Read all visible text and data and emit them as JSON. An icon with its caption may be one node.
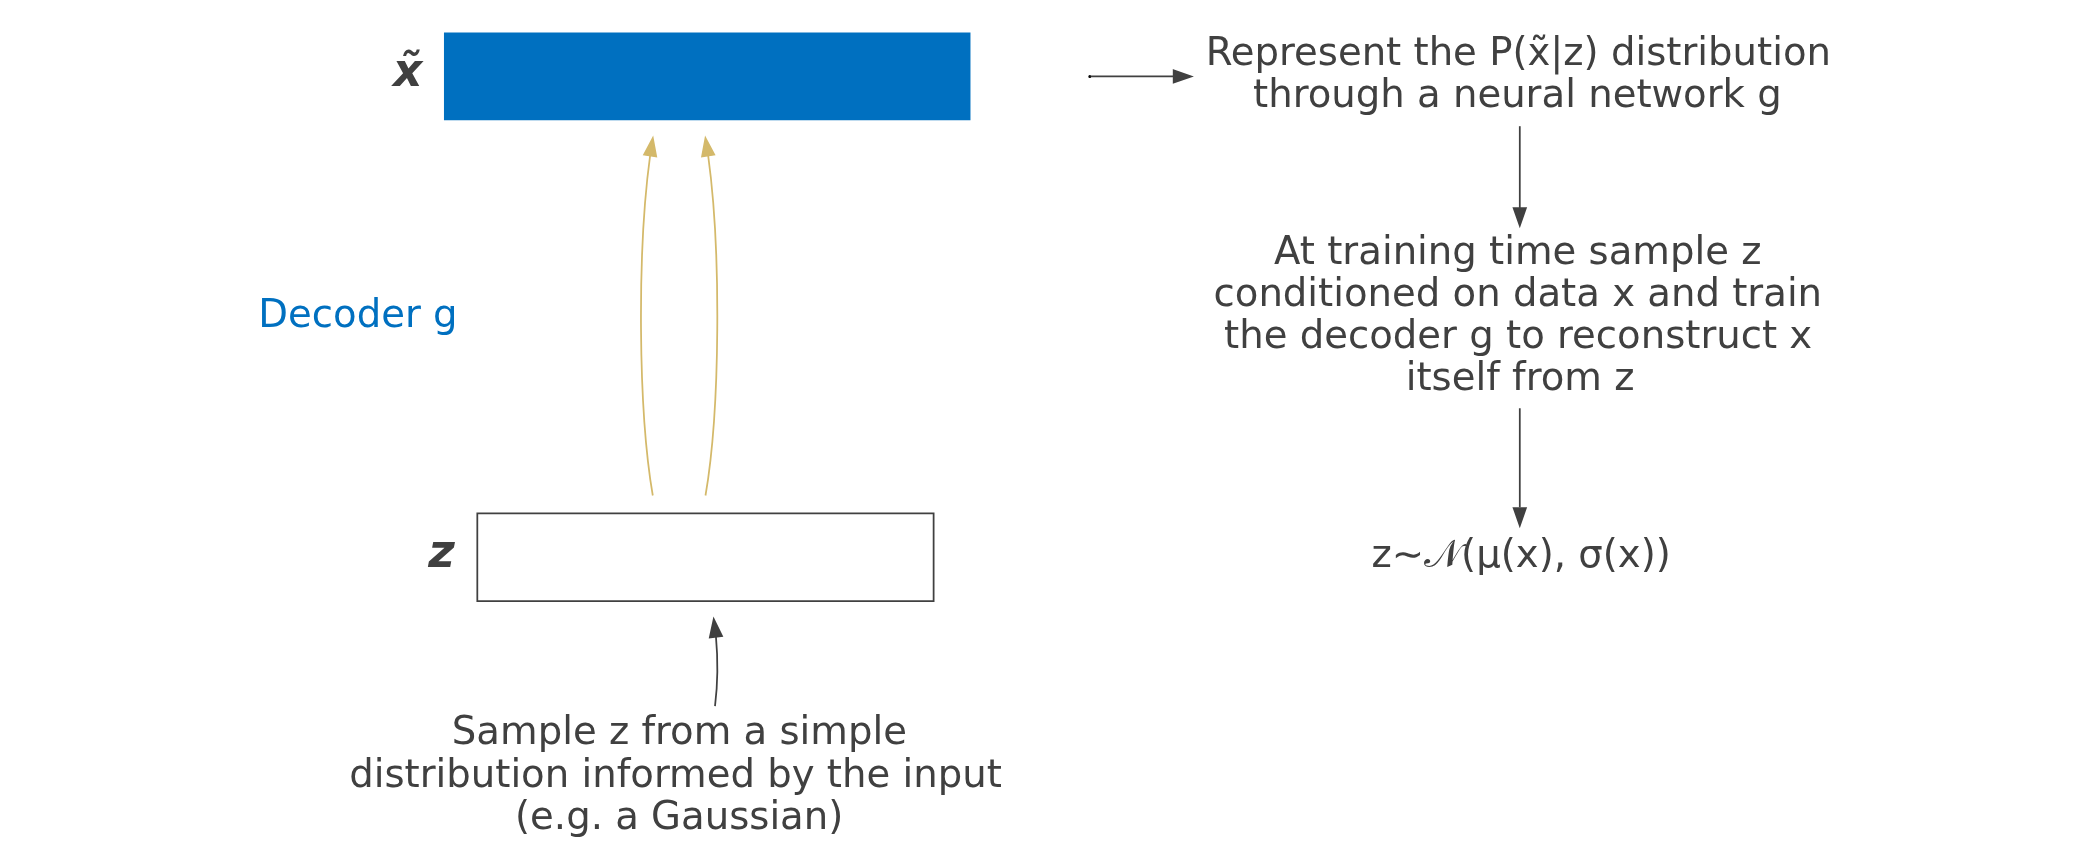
{
  "diagram": {
    "nodes": [
      {
        "text": [
          "x̃"
        ]
      },
      {
        "text": [
          "z"
        ]
      },
      {
        "text": [
          "Represent the P(x̃|z) distribution through a neural network g"
        ]
      },
      {
        "text": [
          "At training time sample z conditioned on data x and train the decoder g to reconstruct x itself from z"
        ]
      },
      {
        "text": [
          "Sample z from a simple distribution informed by the input (e.g. a Gaussian)"
        ]
      },
      {
        "text": [
          "z∼𝒩(μ(x), σ(x))"
        ]
      }
    ],
    "edges": [
      {
        "from": 1,
        "to": 0,
        "arrow": "to",
        "color": "#d4b96a"
      },
      {
        "from": 1,
        "to": 0,
        "arrow": "to",
        "color": "#d4b96a"
      },
      {
        "from": 4,
        "to": 1,
        "arrow": "to"
      },
      {
        "from": null,
        "to": 2,
        "arrow": "to"
      },
      {
        "from": 2,
        "to": 3,
        "arrow": "to"
      },
      {
        "from": 3,
        "to": 5,
        "arrow": "to"
      }
    ],
    "labels": [
      "Decoder g"
    ]
  }
}
